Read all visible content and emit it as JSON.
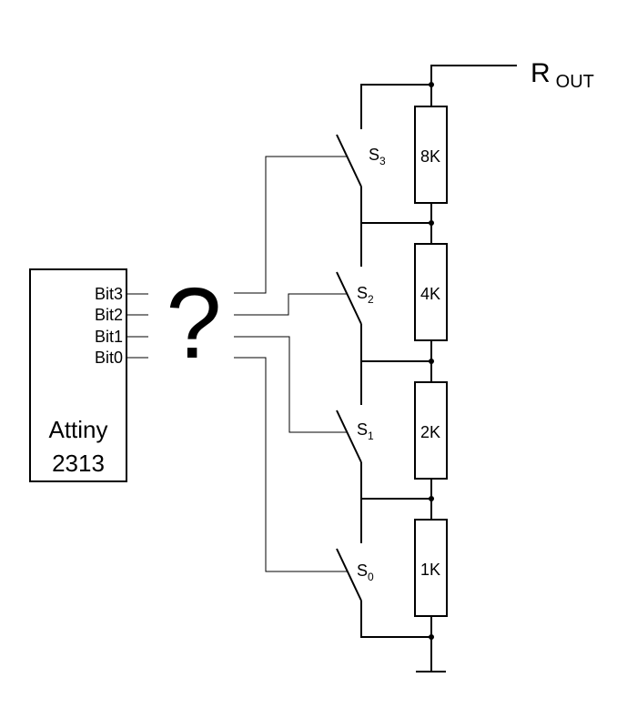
{
  "output": {
    "letter": "R",
    "subscript": "OUT"
  },
  "chip": {
    "name_line1": "Attiny",
    "name_line2": "2313",
    "pins": [
      "Bit3",
      "Bit2",
      "Bit1",
      "Bit0"
    ]
  },
  "unknown_symbol": "?",
  "resistors": [
    "8K",
    "4K",
    "2K",
    "1K"
  ],
  "switches": [
    {
      "letter": "S",
      "index": "3"
    },
    {
      "letter": "S",
      "index": "2"
    },
    {
      "letter": "S",
      "index": "1"
    },
    {
      "letter": "S",
      "index": "0"
    }
  ]
}
